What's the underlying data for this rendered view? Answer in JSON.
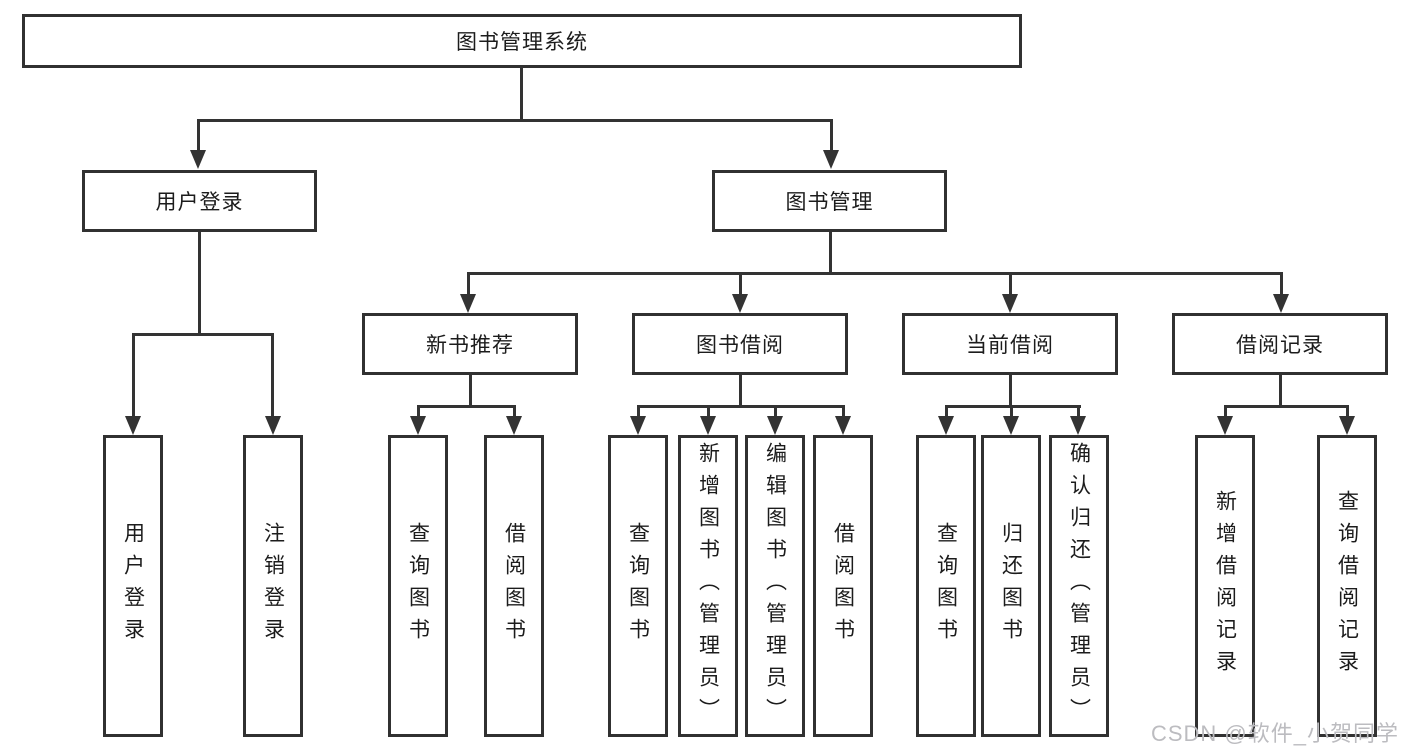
{
  "title": "图书管理系统",
  "watermark": "CSDN @软件_小贺同学",
  "colors": {
    "background": "#ffffff",
    "line": "#333333",
    "box_border": "#313131",
    "text": "#1c1c1c",
    "watermark": "#bcbcc0"
  },
  "nodes": {
    "root": "图书管理系统",
    "user_login": "用户登录",
    "book_management": "图书管理",
    "new_book_recommend": "新书推荐",
    "book_borrow": "图书借阅",
    "current_borrow": "当前借阅",
    "borrow_records": "借阅记录",
    "user_login_leaf": "用户登录",
    "logout_leaf": "注销登录",
    "nb_query_books": "查询图书",
    "nb_borrow_books": "借阅图书",
    "bb_query_books": "查询图书",
    "bb_add_books": "新增图书（管理员）",
    "bb_edit_books": "编辑图书（管理员）",
    "bb_borrow_books": "借阅图书",
    "cb_query_books": "查询图书",
    "cb_return_books": "归还图书",
    "cb_confirm_return": "确认归还（管理员）",
    "br_add_record": "新增借阅记录",
    "br_query_record": "查询借阅记录"
  },
  "edges": [
    {
      "from": "图书管理系统",
      "to": "用户登录"
    },
    {
      "from": "图书管理系统",
      "to": "图书管理"
    },
    {
      "from": "用户登录",
      "to": "用户登录"
    },
    {
      "from": "用户登录",
      "to": "注销登录"
    },
    {
      "from": "图书管理",
      "to": "新书推荐"
    },
    {
      "from": "图书管理",
      "to": "图书借阅"
    },
    {
      "from": "图书管理",
      "to": "当前借阅"
    },
    {
      "from": "图书管理",
      "to": "借阅记录"
    },
    {
      "from": "新书推荐",
      "to": "查询图书"
    },
    {
      "from": "新书推荐",
      "to": "借阅图书"
    },
    {
      "from": "图书借阅",
      "to": "查询图书"
    },
    {
      "from": "图书借阅",
      "to": "新增图书（管理员）"
    },
    {
      "from": "图书借阅",
      "to": "编辑图书（管理员）"
    },
    {
      "from": "图书借阅",
      "to": "借阅图书"
    },
    {
      "from": "当前借阅",
      "to": "查询图书"
    },
    {
      "from": "当前借阅",
      "to": "归还图书"
    },
    {
      "from": "当前借阅",
      "to": "确认归还（管理员）"
    },
    {
      "from": "借阅记录",
      "to": "新增借阅记录"
    },
    {
      "from": "借阅记录",
      "to": "查询借阅记录"
    }
  ]
}
